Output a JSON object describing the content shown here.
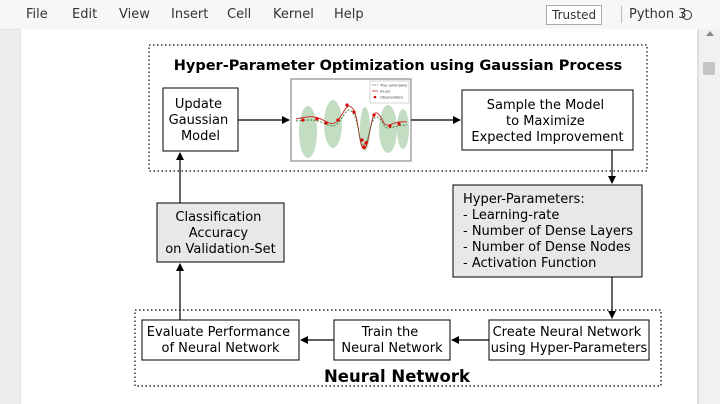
{
  "menubar": {
    "items": [
      "File",
      "Edit",
      "View",
      "Insert",
      "Cell",
      "Kernel",
      "Help"
    ],
    "trusted_label": "Trusted",
    "kernel_name": "Python 3"
  },
  "diagram": {
    "title_top": "Hyper-Parameter Optimization using Gaussian Process",
    "title_bottom": "Neural Network",
    "update_gp": [
      "Update",
      "Gaussian",
      "Model"
    ],
    "sample_model": [
      "Sample the Model",
      "to Maximize",
      "Expected Improvement"
    ],
    "hyper_params": [
      "Hyper-Parameters:",
      "- Learning-rate",
      "- Number of Dense Layers",
      "- Number of Dense Nodes",
      "- Activation Function"
    ],
    "classification": [
      "Classification",
      "Accuracy",
      "on Validation-Set"
    ],
    "evaluate": [
      "Evaluate Performance",
      "of Neural Network"
    ],
    "train": [
      "Train the",
      "Neural Network"
    ],
    "create": [
      "Create Neural Network",
      "using Hyper-Parameters"
    ],
    "plot_legend": [
      "True (unknown)",
      "mu(x)",
      "Observations"
    ]
  }
}
